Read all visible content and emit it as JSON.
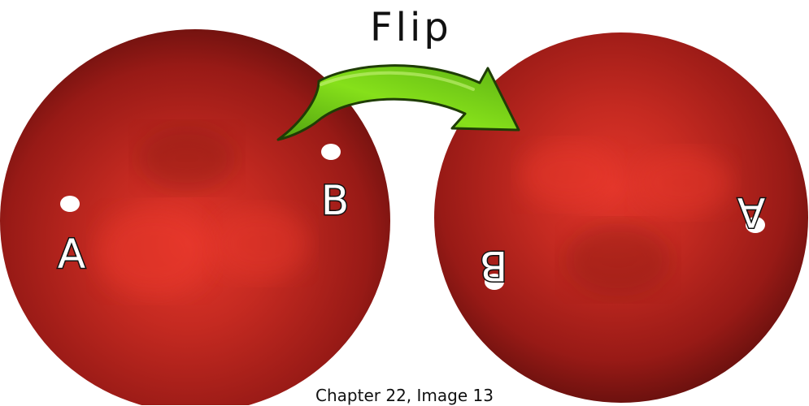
{
  "diagram": {
    "title": "Flip",
    "caption": "Chapter 22, Image 13",
    "sphere_color": "#b3221c",
    "arrow_color": "#7ad60d",
    "left_sphere": {
      "point_a_label": "A",
      "point_b_label": "B"
    },
    "right_sphere": {
      "point_a_label": "A",
      "point_b_label": "B",
      "labels_rotated": true
    }
  }
}
